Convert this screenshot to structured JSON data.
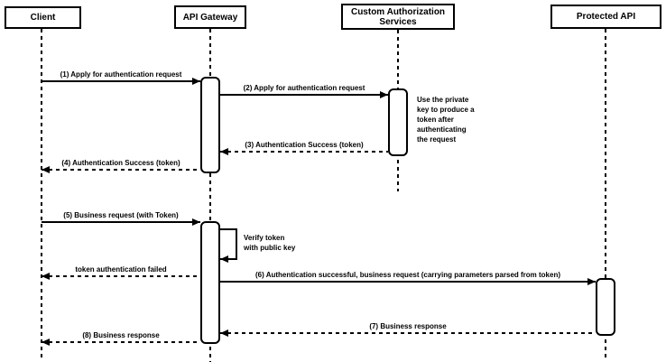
{
  "colors": {
    "line": "#000000",
    "background": "#ffffff"
  },
  "participants": [
    {
      "label": "Client"
    },
    {
      "label": "API Gateway"
    },
    {
      "label": "Custom Authorization Services"
    },
    {
      "label": "Protected API"
    }
  ],
  "messages": [
    {
      "label": "(1) Apply for authentication request",
      "from": "Client",
      "to": "API Gateway",
      "line": "solid"
    },
    {
      "label": "(2) Apply for authentication request",
      "from": "API Gateway",
      "to": "Custom Authorization Services",
      "line": "solid"
    },
    {
      "label": "(3) Authentication Success (token)",
      "from": "Custom Authorization Services",
      "to": "API Gateway",
      "line": "dashed"
    },
    {
      "label": "(4) Authentication Success (token)",
      "from": "API Gateway",
      "to": "Client",
      "line": "dashed"
    },
    {
      "label": "(5) Business request (with Token)",
      "from": "Client",
      "to": "API Gateway",
      "line": "solid"
    },
    {
      "label": "token authentication failed",
      "from": "API Gateway",
      "to": "Client",
      "line": "dashed"
    },
    {
      "label": "(6) Authentication successful, business request (carrying parameters parsed from token)",
      "from": "API Gateway",
      "to": "Protected API",
      "line": "solid"
    },
    {
      "label": "(7) Business response",
      "from": "Protected API",
      "to": "API Gateway",
      "line": "dashed"
    },
    {
      "label": "(8) Business response",
      "from": "API Gateway",
      "to": "Client",
      "line": "dashed"
    }
  ],
  "self_message": {
    "on": "API Gateway",
    "lines": [
      "Verify token",
      "with public key"
    ]
  },
  "note": {
    "attached_to": "Custom Authorization Services",
    "lines": [
      "Use the private",
      "key to produce a",
      "token after",
      "authenticating",
      "the request"
    ]
  }
}
